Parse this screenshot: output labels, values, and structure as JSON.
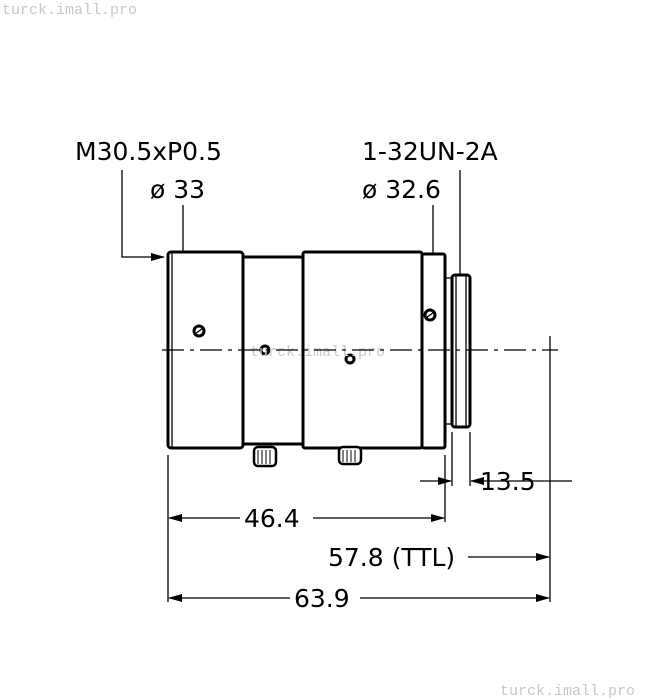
{
  "watermark": "turck.imall.pro",
  "labels": {
    "front_thread": "M30.5xP0.5",
    "front_diameter": "ø 33",
    "mount_thread": "1-32UN-2A",
    "mount_diameter": "ø 32.6"
  },
  "dimensions": {
    "mount_length": "13.5",
    "body_length": "46.4",
    "ttl": "57.8 (TTL)",
    "total_length": "63.9"
  }
}
